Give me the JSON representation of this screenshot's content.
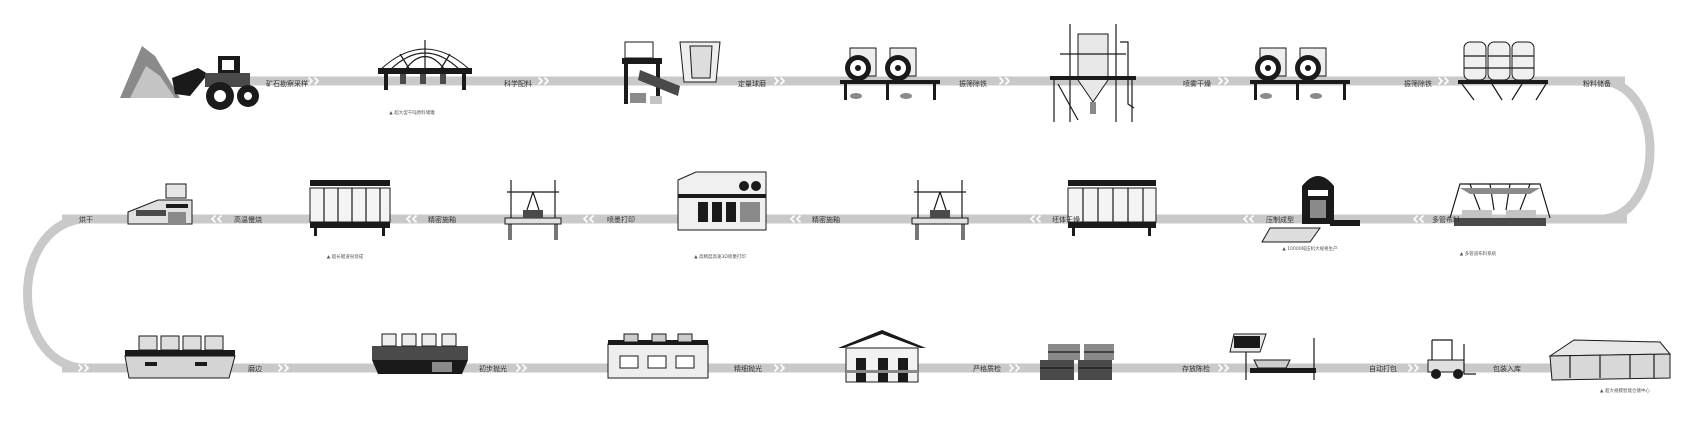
{
  "colors": {
    "band": "#c9c9c9",
    "chevron": "#ffffff",
    "machine_dark": "#1a1a1a",
    "machine_mid": "#8a8a8a"
  },
  "steps": [
    {
      "id": "s1",
      "label": "矿石勘察采样",
      "icon": "mining-loader-icon"
    },
    {
      "id": "s2",
      "label": "科学配料",
      "icon": "batching-dome-icon",
      "caption": "▲ 超大型千吨原料储罐"
    },
    {
      "id": "s3",
      "label": "定量球磨",
      "icon": "ball-mill-icon"
    },
    {
      "id": "s4",
      "label": "振筛除铁",
      "icon": "sieve-iron-removal-icon"
    },
    {
      "id": "s5",
      "label": "喷雾干燥",
      "icon": "spray-dryer-tower-icon"
    },
    {
      "id": "s6",
      "label": "振筛除铁",
      "icon": "sieve-iron-removal-icon"
    },
    {
      "id": "s7",
      "label": "粉料储备",
      "icon": "powder-silos-icon"
    },
    {
      "id": "s8",
      "label": "多管布料",
      "icon": "multi-tube-distributor-icon",
      "caption": "▲ 多管道布料系统"
    },
    {
      "id": "s9",
      "label": "压制成型",
      "icon": "press-machine-icon",
      "caption": "▲ 10000吨压机大规格生产"
    },
    {
      "id": "s10",
      "label": "坯体干燥",
      "icon": "kiln-dryer-icon"
    },
    {
      "id": "s11",
      "label": "精密施釉",
      "icon": "glazing-line-icon"
    },
    {
      "id": "s12",
      "label": "喷墨打印",
      "icon": "inkjet-printer-icon",
      "caption": "▲ 高精度高速3D喷墨打印"
    },
    {
      "id": "s13",
      "label": "精密施釉",
      "icon": "glazing-line-icon"
    },
    {
      "id": "s14",
      "label": "高温慢烧",
      "icon": "roller-kiln-icon",
      "caption": "▲ 超长辊道窑烧成"
    },
    {
      "id": "s15",
      "label": "烘干",
      "icon": "drying-machine-icon"
    },
    {
      "id": "s16",
      "label": "磨边",
      "icon": "edge-grinder-icon"
    },
    {
      "id": "s17",
      "label": "初步抛光",
      "icon": "polisher-icon"
    },
    {
      "id": "s18",
      "label": "精细抛光",
      "icon": "fine-polisher-icon"
    },
    {
      "id": "s19",
      "label": "严格质检",
      "icon": "quality-inspection-icon"
    },
    {
      "id": "s20",
      "label": "存放陈检",
      "icon": "stacked-tiles-icon"
    },
    {
      "id": "s21",
      "label": "自动打包",
      "icon": "auto-packing-icon"
    },
    {
      "id": "s22",
      "label": "包装入库",
      "icon": "forklift-icon"
    },
    {
      "id": "s23",
      "label": "",
      "icon": "warehouse-icon",
      "caption": "▲ 超大规模智能仓储中心"
    }
  ]
}
